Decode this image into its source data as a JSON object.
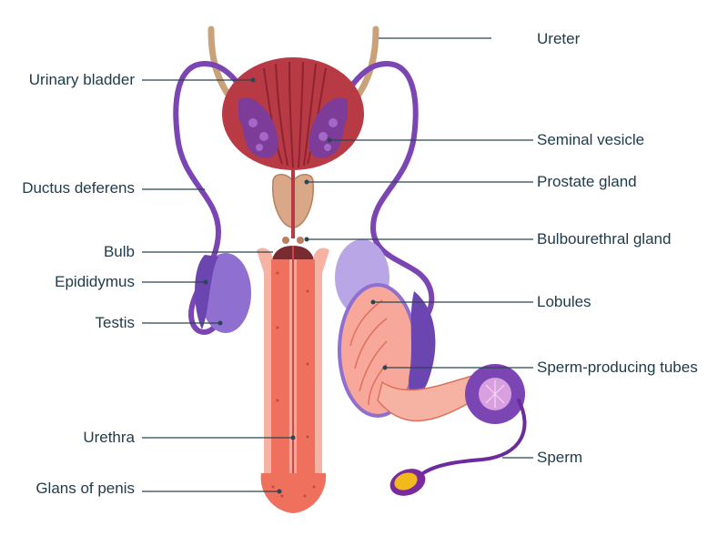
{
  "labels": {
    "ureter": "Ureter",
    "urinary_bladder": "Urinary bladder",
    "seminal_vesicle": "Seminal vesicle",
    "prostate_gland": "Prostate gland",
    "ductus_deferens": "Ductus deferens",
    "bulb": "Bulb",
    "bulbourethral_gland": "Bulbourethral gland",
    "epididymus": "Epididymus",
    "testis": "Testis",
    "lobules": "Lobules",
    "sperm_producing_tubes": "Sperm-producing tubes",
    "urethra": "Urethra",
    "glans_of_penis": "Glans of penis",
    "sperm": "Sperm"
  },
  "colors": {
    "bladder": "#b83a45",
    "bladder_dark": "#8e2332",
    "seminal_vesicle": "#7d3c98",
    "ductus": "#7b45b3",
    "ureter": "#c9a27a",
    "prostate": "#d9a888",
    "penis": "#f0705e",
    "penis_light": "#f6b3a3",
    "testis": "#8f6fd0",
    "epididymis": "#6b45b0",
    "lobules": "#f7a89a",
    "sperm_head": "#f2b91c",
    "label_text": "#1f3a48"
  }
}
